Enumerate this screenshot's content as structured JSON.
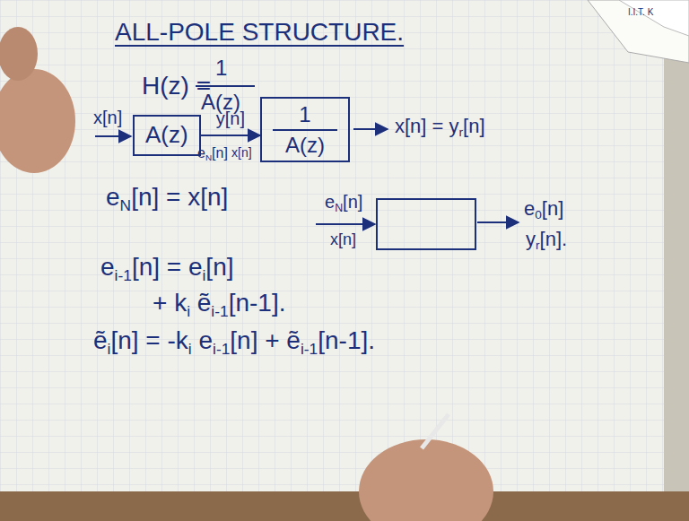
{
  "diagram": {
    "title": "ALL-POLE STRUCTURE.",
    "nodes": [
      {
        "text": [
          "A(z)"
        ]
      },
      {
        "text": [
          "1",
          "A(z)"
        ]
      }
    ],
    "edges": [
      {
        "from": 0,
        "to": 1,
        "arrow": "to",
        "label": "y[n]"
      }
    ],
    "labels": [
      "I.I.T. K",
      "H(z) =",
      "1",
      "A(z)",
      "x[n]",
      "eN[n]",
      "x[n]",
      "x[n] = yr[n]",
      "eN[n] = x[n]",
      "eN[n]",
      "x[n]",
      "e0[n]",
      "yr[n].",
      "ei-1[n] = ei[n]",
      "+ ki ẽi-1[n-1].",
      "ẽi[n] = -ki ei-1[n] + ẽi-1[n-1]."
    ]
  }
}
